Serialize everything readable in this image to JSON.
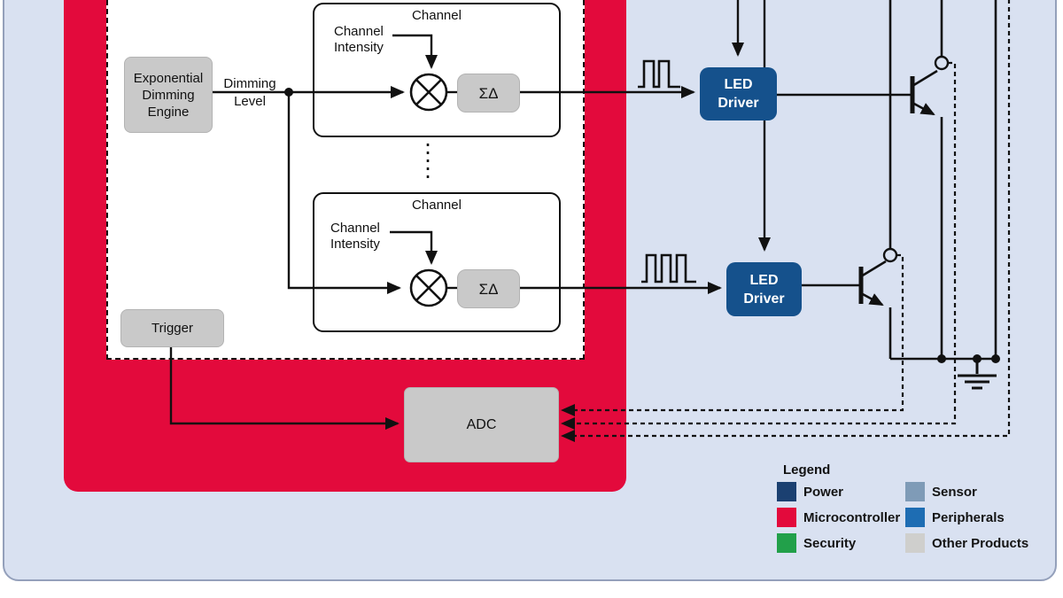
{
  "diagram": {
    "engine_label": "Exponential\nDimming\nEngine",
    "dimming_level_label": "Dimming\nLevel",
    "trigger_label": "Trigger",
    "adc_label": "ADC",
    "channels": [
      {
        "title": "Channel",
        "intensity_label": "Channel\nIntensity",
        "sigma_delta": "ΣΔ"
      },
      {
        "title": "Channel",
        "intensity_label": "Channel\nIntensity",
        "sigma_delta": "ΣΔ"
      }
    ],
    "led_drivers": [
      {
        "label": "LED\nDriver"
      },
      {
        "label": "LED\nDriver"
      }
    ],
    "pwm_signals": [
      {
        "name": "pwm-waveform-1",
        "pulses": 2
      },
      {
        "name": "pwm-waveform-2",
        "pulses": 3
      }
    ]
  },
  "legend": {
    "title": "Legend",
    "items": [
      {
        "label": "Power",
        "color": "#1b4071"
      },
      {
        "label": "Microcontroller",
        "color": "#e30a3c"
      },
      {
        "label": "Security",
        "color": "#22a04a"
      },
      {
        "label": "Sensor",
        "color": "#7f9bb7"
      },
      {
        "label": "Peripherals",
        "color": "#1e6db3"
      },
      {
        "label": "Other Products",
        "color": "#cfcfcd"
      }
    ]
  },
  "colors": {
    "panel_background": "#d9e1f1",
    "microcontroller_block": "#e30a3c",
    "led_driver_box": "#15518c",
    "module_box_gray": "#c9c9c9"
  }
}
